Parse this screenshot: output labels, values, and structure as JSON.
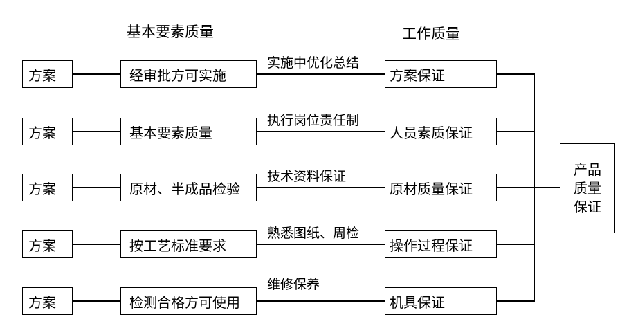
{
  "headers": {
    "left": "基本要素质量",
    "right": "工作质量"
  },
  "rows": [
    {
      "plan": "方案",
      "element": "经审批方可实施",
      "link": "实施中优化总结",
      "assurance": "方案保证"
    },
    {
      "plan": "方案",
      "element": "基本要素质量",
      "link": "执行岗位责任制",
      "assurance": "人员素质保证"
    },
    {
      "plan": "方案",
      "element": "原材、半成品检验",
      "link": "技术资料保证",
      "assurance": "原材质量保证"
    },
    {
      "plan": "方案",
      "element": "按工艺标准要求",
      "link": "熟悉图纸、周检",
      "assurance": "操作过程保证"
    },
    {
      "plan": "方案",
      "element": "检测合格方可使用",
      "link": "维修保养",
      "assurance": "机具保证"
    }
  ],
  "result": {
    "lines": [
      "产品",
      "质量",
      "保证"
    ]
  }
}
